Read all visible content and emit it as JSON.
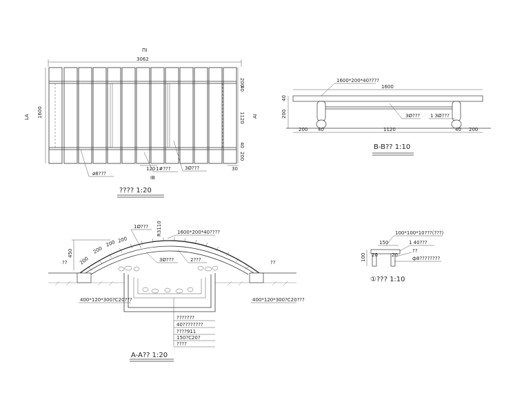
{
  "plan": {
    "top_label": "ΠΙ",
    "width_dim": "3062",
    "height_dim": "1600",
    "side_label_left": "LA",
    "side_label_right": "AI",
    "right_dims": [
      "200",
      "40",
      "1120",
      "40",
      "200"
    ],
    "bottom_dim_120": "120",
    "bottom_dim_30": "30",
    "bottom_label": "IB",
    "note_1": "ø8???",
    "note_2": "1#???",
    "note_3": "3Ø???",
    "title": "???? 1:20"
  },
  "section_bb": {
    "plank_note": "1600*200*40????",
    "top_dim": "1600",
    "height_dims": [
      "200",
      "40"
    ],
    "note_middle": "ЗØ???",
    "note_right": "1 ЗØ???",
    "bottom_dims": [
      "200",
      "40",
      "1120",
      "40",
      "200"
    ],
    "title": "B-B?? 1:10"
  },
  "section_aa": {
    "note_top_left": "1Ø???",
    "vertical_note": "R3110",
    "plank_note": "1600*200*40????",
    "dim_450": "450",
    "arc_dims": [
      "200",
      "200",
      "200",
      "200"
    ],
    "left_label": "??",
    "right_label": "??",
    "note_mid_1": "3Ø???",
    "note_mid_2": "2???",
    "footing_left": "400*120*300?C20???",
    "footing_right": "400*120*300?C20???",
    "legend": [
      "???????",
      "40????????",
      "????911",
      "150?C20?",
      "????"
    ],
    "title": "A-A?? 1:20"
  },
  "detail_1": {
    "plank_note": "100*100*10???(???)",
    "dim_150": "150",
    "dim_100": "100",
    "dim_20a": "20",
    "dim_20b": "20",
    "note_1": "1 40???",
    "note_2": "??",
    "note_3": "ф8????????",
    "title": "①??? 1:10"
  }
}
